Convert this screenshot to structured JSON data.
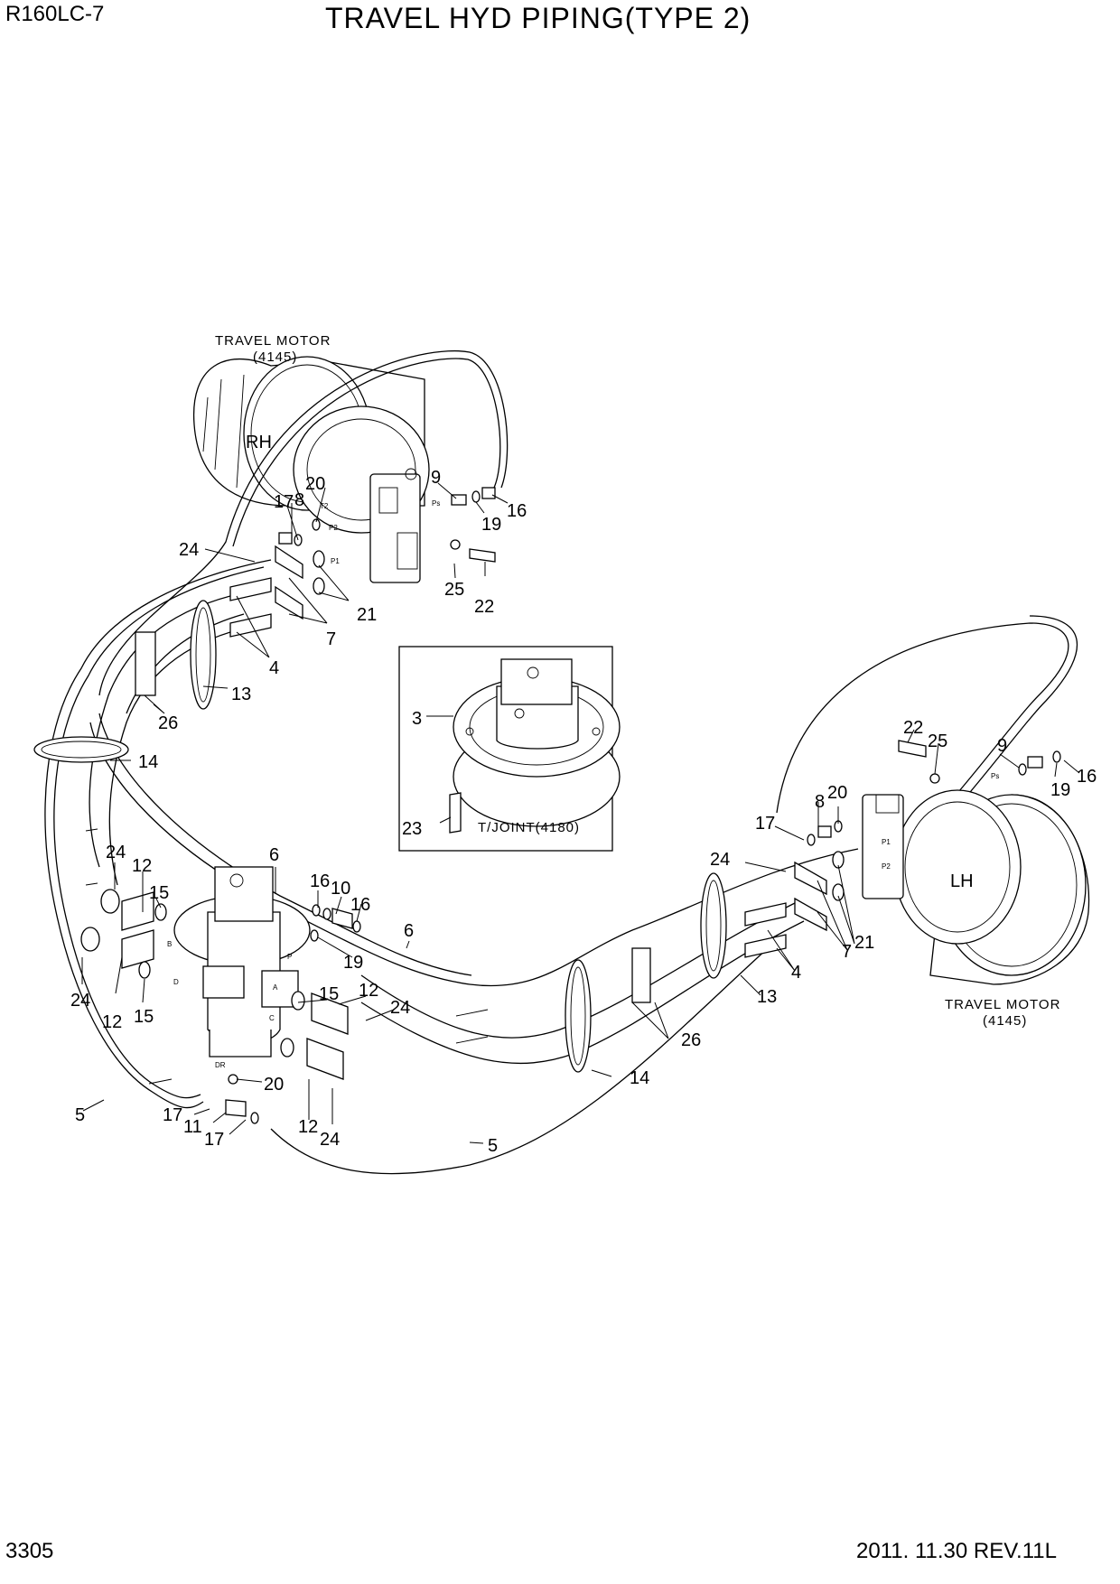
{
  "header": {
    "model": "R160LC-7",
    "title": "TRAVEL HYD PIPING(TYPE 2)"
  },
  "footer": {
    "page_number": "3305",
    "date_revision": "2011. 11.30  REV.11L"
  },
  "components": {
    "rh_motor": {
      "name": "TRAVEL MOTOR",
      "ref": "(4145)",
      "side": "RH"
    },
    "lh_motor": {
      "name": "TRAVEL MOTOR",
      "ref": "(4145)",
      "side": "LH"
    },
    "turning_joint": {
      "label": "T/JOINT(4180)"
    }
  },
  "port_marks": {
    "ps": "Ps",
    "p1": "P1",
    "p2": "P2",
    "t2": "T2",
    "a": "A",
    "b": "B",
    "c": "C",
    "d": "D",
    "p": "P",
    "dr": "DR"
  },
  "callouts": {
    "rh": [
      "9",
      "20",
      "8",
      "17",
      "16",
      "19",
      "24",
      "25",
      "22",
      "21",
      "7",
      "4",
      "13",
      "26"
    ],
    "inset": [
      "3",
      "23"
    ],
    "center": [
      "14",
      "24",
      "12",
      "15",
      "24",
      "12",
      "15",
      "6",
      "16",
      "10",
      "16",
      "19",
      "6",
      "15",
      "12",
      "24",
      "20",
      "5",
      "17",
      "11",
      "17",
      "12",
      "24",
      "14",
      "26",
      "5"
    ],
    "lh": [
      "22",
      "25",
      "9",
      "16",
      "19",
      "20",
      "8",
      "17",
      "24",
      "7",
      "21",
      "4",
      "13"
    ]
  }
}
